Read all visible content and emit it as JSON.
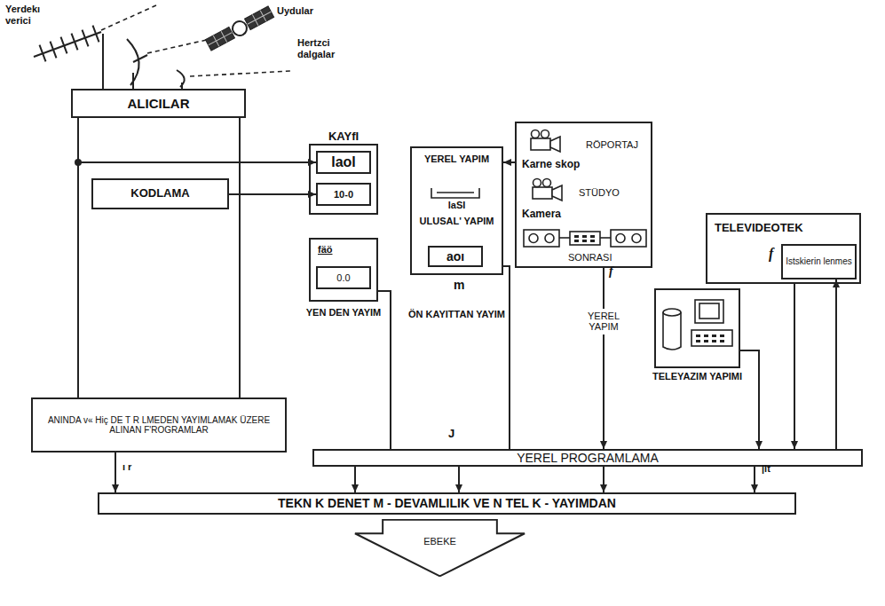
{
  "diagram": {
    "nodes": [
      {
        "text": [
          "ALICILAR"
        ]
      },
      {
        "text": [
          "KAYfI"
        ]
      },
      {
        "text": [
          "laol"
        ],
        "in": 1
      },
      {
        "text": [
          "10-0"
        ],
        "in": 1
      },
      {
        "text": [
          "YEREL YAPIM",
          "laSI",
          "ULUSAL' YAPIM",
          "ÖN KAYITTAN YAYIM"
        ]
      },
      {
        "text": [
          "aoı"
        ],
        "in": 4
      },
      {
        "text": [
          "RÖPORTAJ",
          "Karne skop",
          "STÜDYO",
          "Kamera",
          "SONRASI"
        ]
      },
      {
        "text": [
          "TELEVIDEOTEK"
        ]
      },
      {
        "text": [
          "Istskierin lenmes"
        ],
        "in": 7
      },
      {
        "text": [
          "KODLAMA"
        ]
      },
      {
        "text": [
          "fäö",
          "YEN DEN YAYIM"
        ]
      },
      {
        "text": [
          "0.0"
        ],
        "in": 10
      },
      {
        "text": [
          "TELEYAZIM YAPIMI"
        ]
      },
      {
        "text": [
          "ANINDA v« Hiç DE T R LMEDEN YAYIMLAMAK ÜZERE ALINAN F'ROGRAMLAR"
        ]
      },
      {
        "text": [
          "YEREL PROGRAMLAMA"
        ]
      },
      {
        "text": [
          "TEKN K DENET M - DEVAMLILIK VE N TEL K - YAYIMDAN"
        ]
      },
      {
        "text": [
          "EBEKE"
        ]
      }
    ],
    "edges": [
      {
        "from": 0,
        "to": 13,
        "arrow": "none"
      },
      {
        "from": 0,
        "to": 2,
        "arrow": "to"
      },
      {
        "from": 9,
        "to": 3,
        "arrow": "to"
      },
      {
        "from": 6,
        "to": 4,
        "arrow": "to"
      },
      {
        "from": 10,
        "to": 14,
        "arrow": "none"
      },
      {
        "from": 4,
        "to": 14,
        "arrow": "none"
      },
      {
        "from": 6,
        "to": 14,
        "label": "YEREL YAPIM",
        "arrow": "to"
      },
      {
        "from": 12,
        "to": 14,
        "arrow": "to"
      },
      {
        "from": 7,
        "to": 14,
        "arrow": "to"
      },
      {
        "from": 14,
        "to": 8,
        "arrow": "to"
      },
      {
        "from": 14,
        "to": 15,
        "arrow": "to"
      },
      {
        "from": 14,
        "to": 15,
        "arrow": "to"
      },
      {
        "from": 14,
        "to": 15,
        "arrow": "to"
      },
      {
        "from": 14,
        "to": 15,
        "arrow": "to"
      },
      {
        "from": 13,
        "to": 15,
        "arrow": "to"
      }
    ],
    "labels": [
      "Yerdekı verici",
      "Uydular",
      "Hertzci dalgalar",
      "m",
      "f",
      "f",
      "J",
      "ı r",
      "|lt"
    ]
  }
}
